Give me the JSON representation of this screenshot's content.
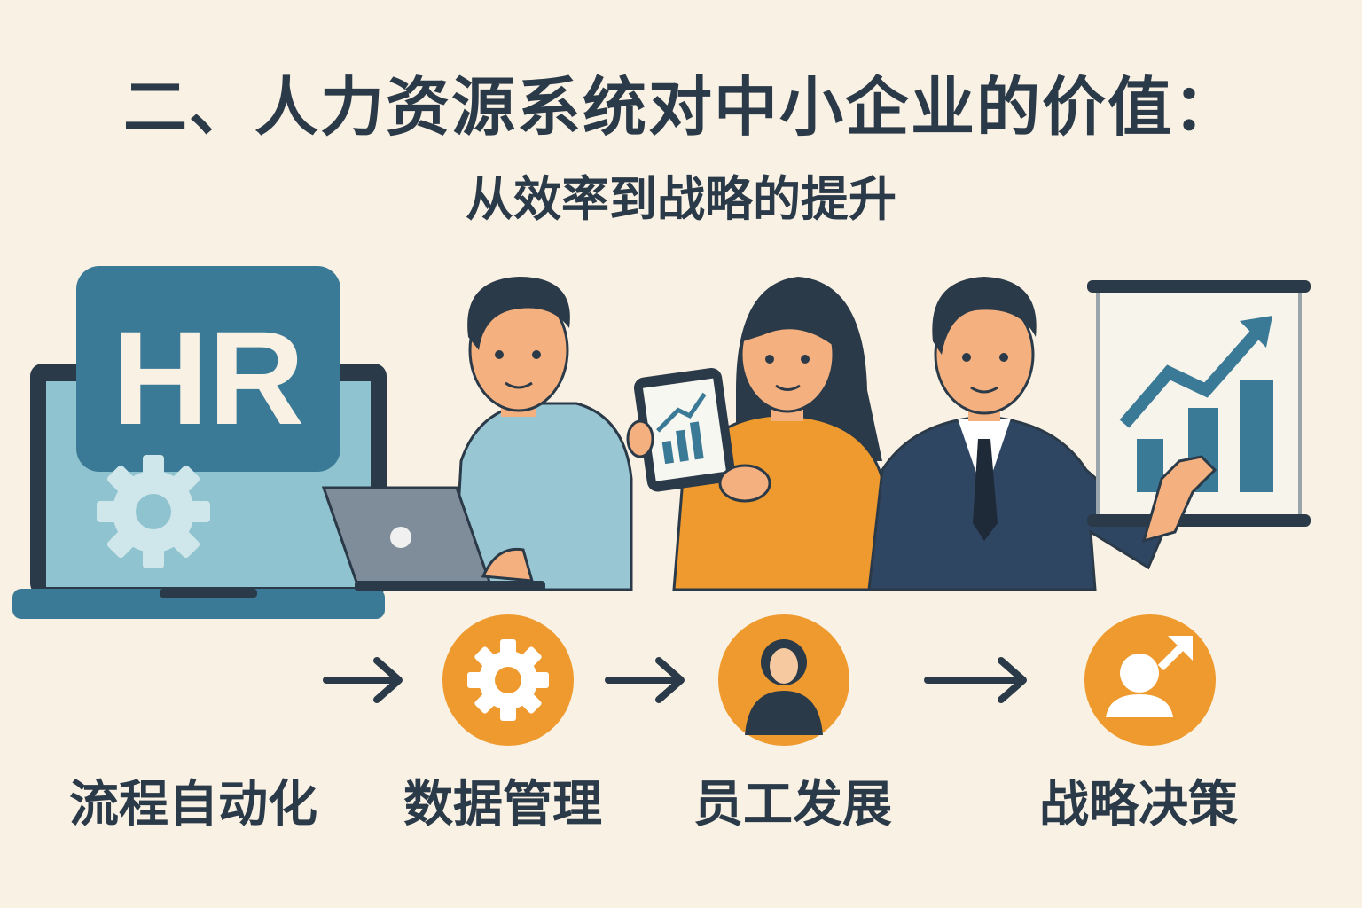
{
  "header": {
    "title": "二、人力资源系统对中小企业的价值：",
    "subtitle": "从效率到战略的提升"
  },
  "illustration": {
    "hr_badge": "HR"
  },
  "steps": [
    {
      "label": "流程自动化",
      "icon": "laptop-gear-icon"
    },
    {
      "label": "数据管理",
      "icon": "gear-icon"
    },
    {
      "label": "员工发展",
      "icon": "person-icon"
    },
    {
      "label": "战略决策",
      "icon": "person-growth-arrow-icon"
    }
  ],
  "colors": {
    "background": "#f9f1e4",
    "text": "#2b3a48",
    "accent_orange": "#ef9a2e",
    "hr_blue": "#3b7a96",
    "screen_blue": "#8fc3cf"
  }
}
